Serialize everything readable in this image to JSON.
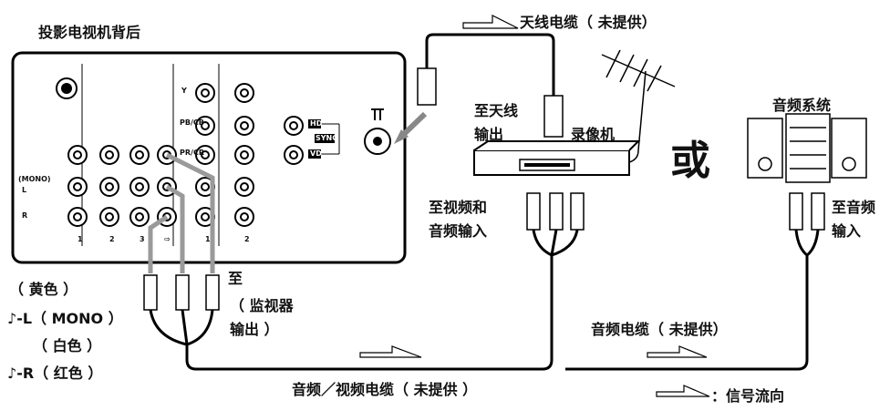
{
  "title": "投影电视机背后",
  "labels": {
    "antenna_cable": "天线电缆（ 未提供）",
    "antenna_out": "至天线",
    "antenna_out2": "输出",
    "vcr": "录像机",
    "or": "或",
    "audio_system": "音频系统",
    "to_video_audio_in": "至视频和",
    "to_video_audio_in2": "音频输入",
    "to_audio_in": "至音频",
    "to_audio_in2": "输入",
    "yellow": "（ 黄色 ）",
    "l_mono": "♪-L（ MONO ）",
    "white": "（ 白色 ）",
    "r_red": "♪-R（ 红色 ）",
    "to_monitor": "至",
    "monitor_out1": "（ 监视器",
    "monitor_out2": "输出 ）",
    "audio_cable": "音频电缆（ 未提供）",
    "av_cable": "音频／视频电缆（ 未提供 ）",
    "signal_flow": "：信号流向"
  },
  "panel": {
    "y": "Y",
    "pb": "PB/CB",
    "pr": "PR/CR",
    "hd": "HD",
    "vd": "VD",
    "sync": "SYNC",
    "mono": "(MONO)",
    "l": "L",
    "r": "R",
    "in1": "1",
    "in2": "2",
    "in3": "3",
    "out_mark": "⇨",
    "in4": "1",
    "in5": "2"
  }
}
